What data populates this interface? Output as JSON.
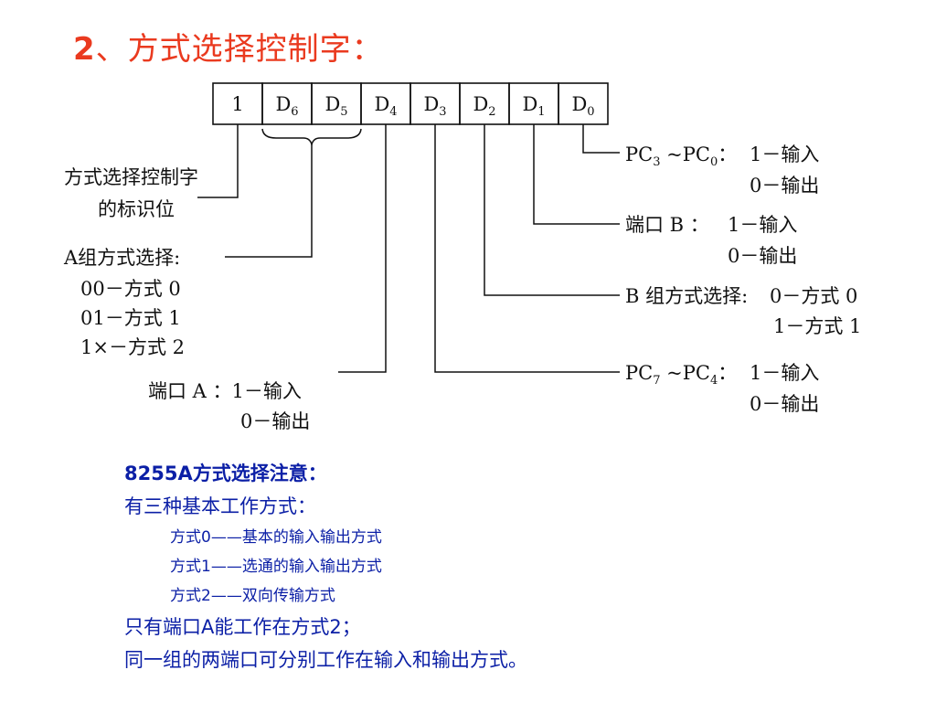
{
  "title": {
    "number": "2",
    "text": "、方式选择控制字："
  },
  "bits": {
    "b7": "1",
    "b6": {
      "base": "D",
      "sub": "6"
    },
    "b5": {
      "base": "D",
      "sub": "5"
    },
    "b4": {
      "base": "D",
      "sub": "4"
    },
    "b3": {
      "base": "D",
      "sub": "3"
    },
    "b2": {
      "base": "D",
      "sub": "2"
    },
    "b1": {
      "base": "D",
      "sub": "1"
    },
    "b0": {
      "base": "D",
      "sub": "0"
    }
  },
  "labels": {
    "flag": {
      "line1": "方式选择控制字",
      "line2": "的标识位"
    },
    "groupA": {
      "title": "A组方式选择:",
      "opt1": "00－方式 0",
      "opt2": "01－方式 1",
      "opt3": "1×－方式 2"
    },
    "portA": {
      "head": "端口 A ：1－输入",
      "line2": "0－输出"
    },
    "pcLow": {
      "p1": "PC",
      "s1": "3",
      "mid": " ~PC",
      "s2": "0",
      "colon": "：",
      "line1": "1－输入",
      "line2": "0－输出"
    },
    "portB": {
      "head": "端口 B ：",
      "line1": "1－输入",
      "line2": "0－输出"
    },
    "groupB": {
      "head": "B 组方式选择:",
      "line1": "0－方式 0",
      "line2": "1－方式 1"
    },
    "pcHigh": {
      "p1": "PC",
      "s1": "7",
      "mid": " ~PC",
      "s2": "4",
      "colon": "：",
      "line1": "1－输入",
      "line2": "0－输出"
    }
  },
  "notes": {
    "heading": "8255A方式选择注意：",
    "intro": "有三种基本工作方式：",
    "mode0": "方式0——基本的输入输出方式",
    "mode1": "方式1——选通的输入输出方式",
    "mode2": "方式2——双向传输方式",
    "onlyA": "只有端口A能工作在方式2；",
    "sameGroup": "同一组的两端口可分别工作在输入和输出方式。"
  },
  "colors": {
    "title": "#ea3a1f",
    "notes": "#0b1fa6",
    "diagram": "#111111"
  }
}
